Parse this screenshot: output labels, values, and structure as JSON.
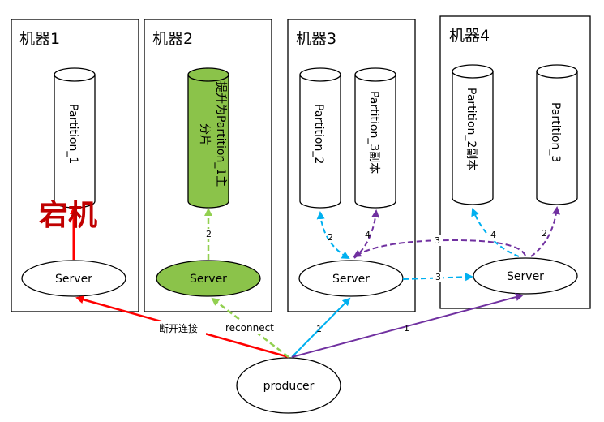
{
  "machines": [
    {
      "title": "机器1"
    },
    {
      "title": "机器2"
    },
    {
      "title": "机器3"
    },
    {
      "title": "机器4"
    }
  ],
  "partitions": {
    "p1": "Partition_1",
    "p1_promoted": "提升为Partition_1主分片",
    "p2": "Partition_2",
    "p3_replica": "Partition_3副本",
    "p2_replica": "Partition_2副本",
    "p3": "Partition_3"
  },
  "servers": {
    "label": "Server"
  },
  "producer": {
    "label": "producer"
  },
  "crash_label": "宕机",
  "edges": {
    "disconnect": "断开连接",
    "reconnect": "reconnect",
    "m2_up": "2",
    "p_to_m3": "1",
    "p_to_m4": "1",
    "m3_p2": "2",
    "m3_p3r": "4",
    "m3_to_m4": "3",
    "m4_to_m3": "3",
    "m4_p2r": "4",
    "m4_p3": "2"
  },
  "colors": {
    "red": "#ff0000",
    "green": "#92d050",
    "green_fill": "#8bc34a",
    "blue": "#00b0f0",
    "purple": "#7030a0",
    "crash": "#c00000"
  }
}
